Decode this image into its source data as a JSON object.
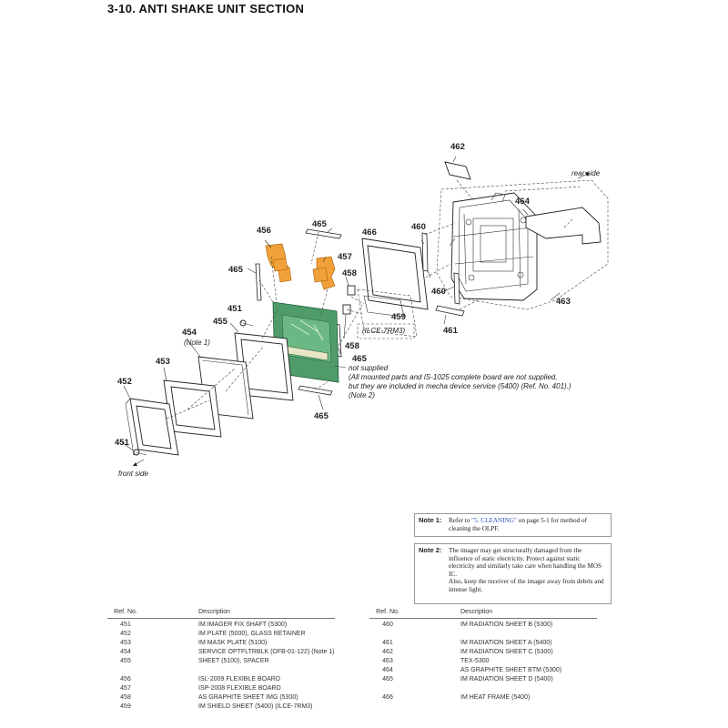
{
  "title": "3-10. ANTI SHAKE UNIT SECTION",
  "diagram": {
    "callouts": {
      "c452": "452",
      "c453": "453",
      "c454": "454",
      "c455": "455",
      "c451a": "451",
      "c451b": "451",
      "c456": "456",
      "c457": "457",
      "c458a": "458",
      "c458b": "458",
      "c459": "459",
      "c460a": "460",
      "c460b": "460",
      "c461": "461",
      "c462": "462",
      "c463": "463",
      "c464": "464",
      "c465a": "465",
      "c465b": "465",
      "c465c": "465",
      "c465d": "465",
      "c466": "466"
    },
    "annotations": {
      "rear_side": "rear side",
      "front_side": "front side",
      "note1": "(Note 1)",
      "ilce": "(ILCE-7RM3)",
      "not_supplied": "not supplied",
      "not_supplied_desc1": "(All mounted parts and IS-1025 complete board are not supplied,",
      "not_supplied_desc2": "but they are included in mecha device service (5400) (Ref. No. 401).)",
      "note2": "(Note 2)"
    }
  },
  "notes": {
    "note1": {
      "label": "Note 1:",
      "pre": "Refer to ",
      "link": "\"5. CLEANING\"",
      "post": " on page 5-1 for method of cleaning the OLPF."
    },
    "note2": {
      "label": "Note 2:",
      "text1": "The imager may get structurally damaged from the influence of static electricity. Protect against static electricity and similarly take care when handling the MOS IC.",
      "text2": "Also, keep the receiver of the imager away from debris and intense light."
    }
  },
  "table": {
    "header_ref": "Ref. No.",
    "header_desc": "Description",
    "left": [
      {
        "ref": "451",
        "desc": "IM IMAGER FIX SHAFT (5300)"
      },
      {
        "ref": "452",
        "desc": "IM PLATE (5000), GLASS RETAINER"
      },
      {
        "ref": "453",
        "desc": "IM MASK PLATE (5100)"
      },
      {
        "ref": "454",
        "desc": "SERVICE OPTFLTRBLK (OFB-01-122) (Note 1)"
      },
      {
        "ref": "455",
        "desc": "SHEET (5100), SPACER"
      },
      {
        "ref": "456",
        "desc": "ISL-2009 FLEXIBLE BOARD"
      },
      {
        "ref": "457",
        "desc": "ISP-2008 FLEXIBLE BOARD"
      },
      {
        "ref": "458",
        "desc": "AS GRAPHITE SHEET IMG (5300)"
      },
      {
        "ref": "459",
        "desc": "IM SHIELD SHEET (5400) (ILCE-7RM3)"
      }
    ],
    "right": [
      {
        "ref": "460",
        "desc": "IM RADIATION SHEET B (5300)"
      },
      {
        "ref": "461",
        "desc": "IM RADIATION SHEET A (5400)"
      },
      {
        "ref": "462",
        "desc": "IM RADIATION SHEET C (5300)"
      },
      {
        "ref": "463",
        "desc": "TEX-5300"
      },
      {
        "ref": "464",
        "desc": "AS GRAPHITE SHEET BTM (5300)"
      },
      {
        "ref": "465",
        "desc": "IM RADIATION SHEET D (5400)"
      },
      {
        "ref": "466",
        "desc": "IM HEAT FRAME (5400)"
      }
    ]
  }
}
